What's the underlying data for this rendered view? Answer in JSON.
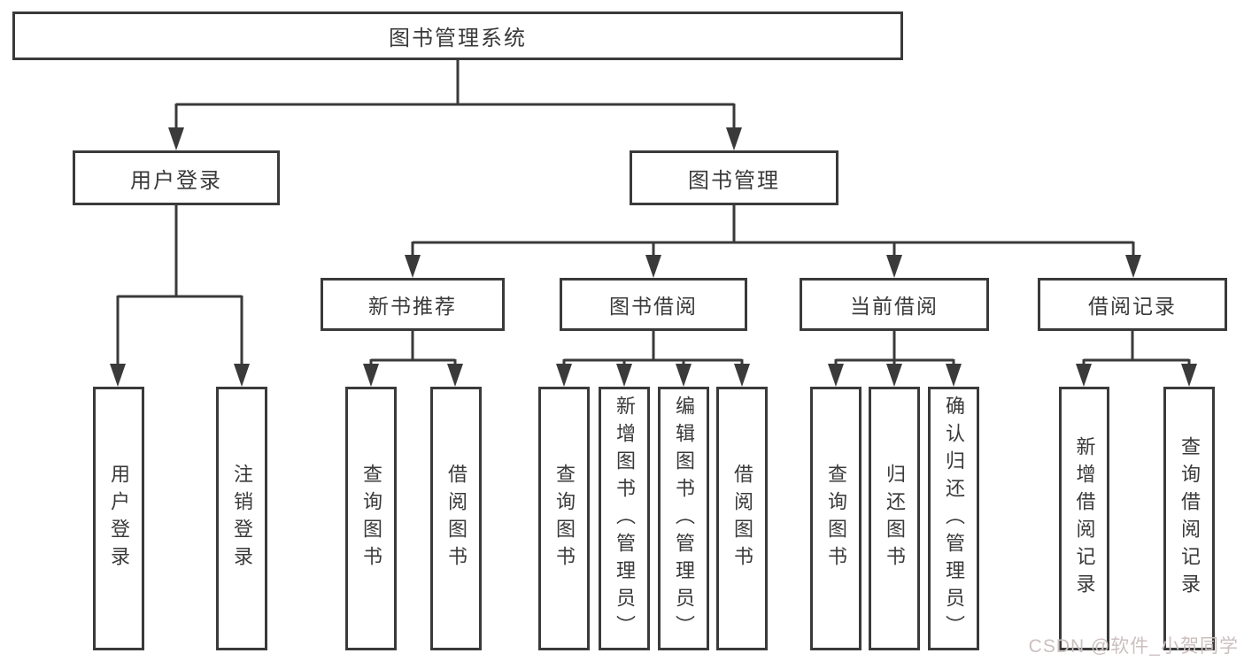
{
  "diagram_title": "图书管理系统",
  "tree": {
    "label": "图书管理系统",
    "children": [
      {
        "label": "用户登录",
        "children": [
          {
            "label": "用户登录"
          },
          {
            "label": "注销登录"
          }
        ]
      },
      {
        "label": "图书管理",
        "children": [
          {
            "label": "新书推荐",
            "children": [
              {
                "label": "查询图书"
              },
              {
                "label": "借阅图书"
              }
            ]
          },
          {
            "label": "图书借阅",
            "children": [
              {
                "label": "查询图书"
              },
              {
                "label": "新增图书（管理员）"
              },
              {
                "label": "编辑图书（管理员）"
              },
              {
                "label": "借阅图书"
              }
            ]
          },
          {
            "label": "当前借阅",
            "children": [
              {
                "label": "查询图书"
              },
              {
                "label": "归还图书"
              },
              {
                "label": "确认归还（管理员）"
              }
            ]
          },
          {
            "label": "借阅记录",
            "children": [
              {
                "label": "新增借阅记录"
              },
              {
                "label": "查询借阅记录"
              }
            ]
          }
        ]
      }
    ]
  },
  "watermark": {
    "text": "CSDN @软件_小贺同学"
  },
  "colors": {
    "line": "#3a3a3a",
    "text": "#3a3a3a",
    "background": "#ffffff",
    "watermark": "#ccbfbf"
  }
}
